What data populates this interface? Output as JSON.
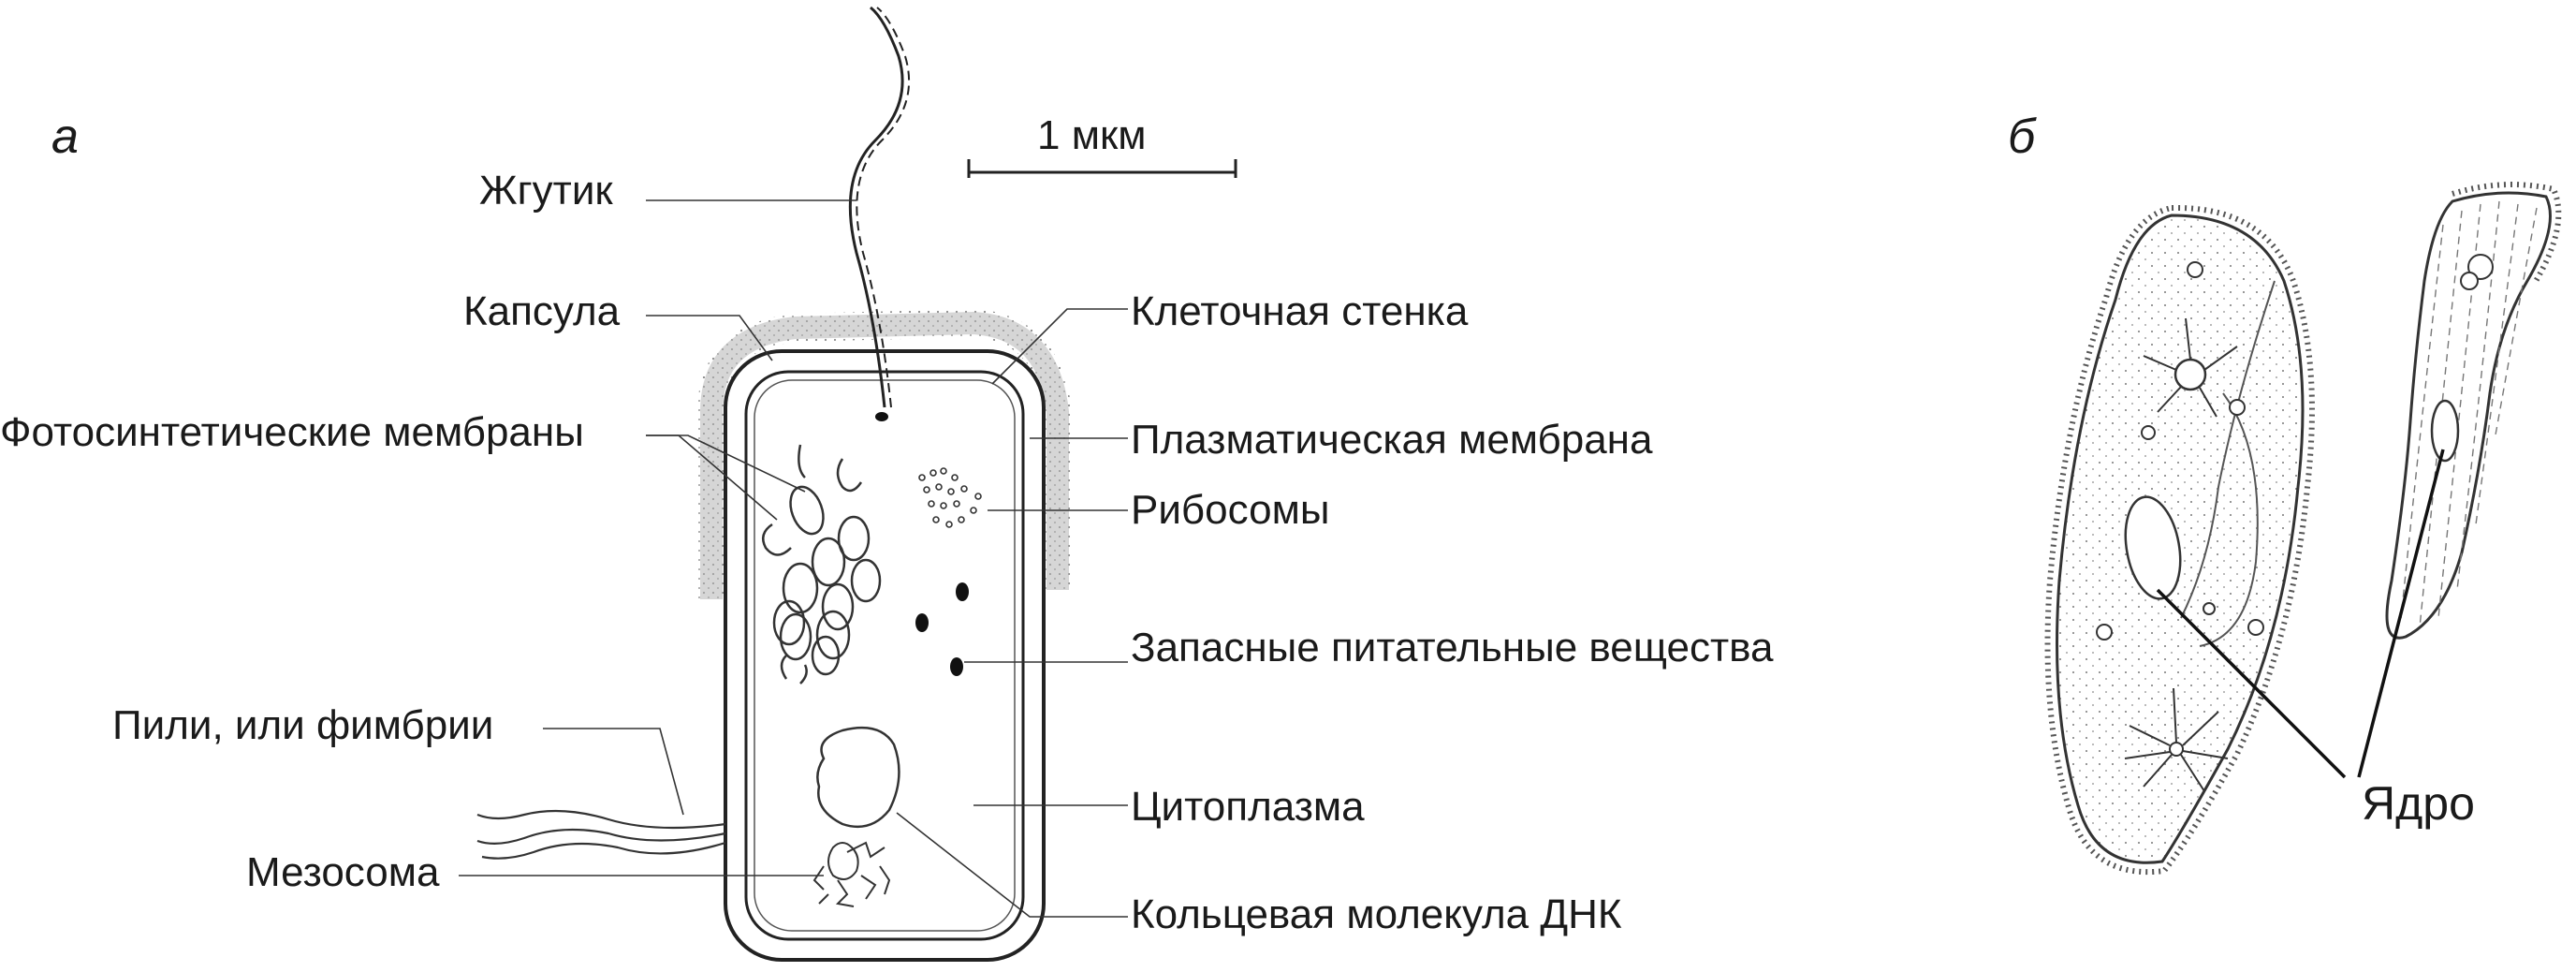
{
  "panels": {
    "a": "а",
    "b": "б"
  },
  "scale_bar": {
    "label": "1 мкм"
  },
  "bacterium_labels": {
    "flagellum": "Жгутик",
    "capsule": "Капсула",
    "photosynthetic_membranes": "Фотосинтетические мембраны",
    "pili": "Пили, или фимбрии",
    "mesosome": "Мезосома",
    "cell_wall": "Клеточная стенка",
    "plasma_membrane": "Плазматическая мембрана",
    "ribosomes": "Рибосомы",
    "storage": "Запасные питательные вещества",
    "cytoplasm": "Цитоплазма",
    "dna": "Кольцевая молекула ДНК"
  },
  "paramecium_labels": {
    "nucleus": "Ядро"
  }
}
